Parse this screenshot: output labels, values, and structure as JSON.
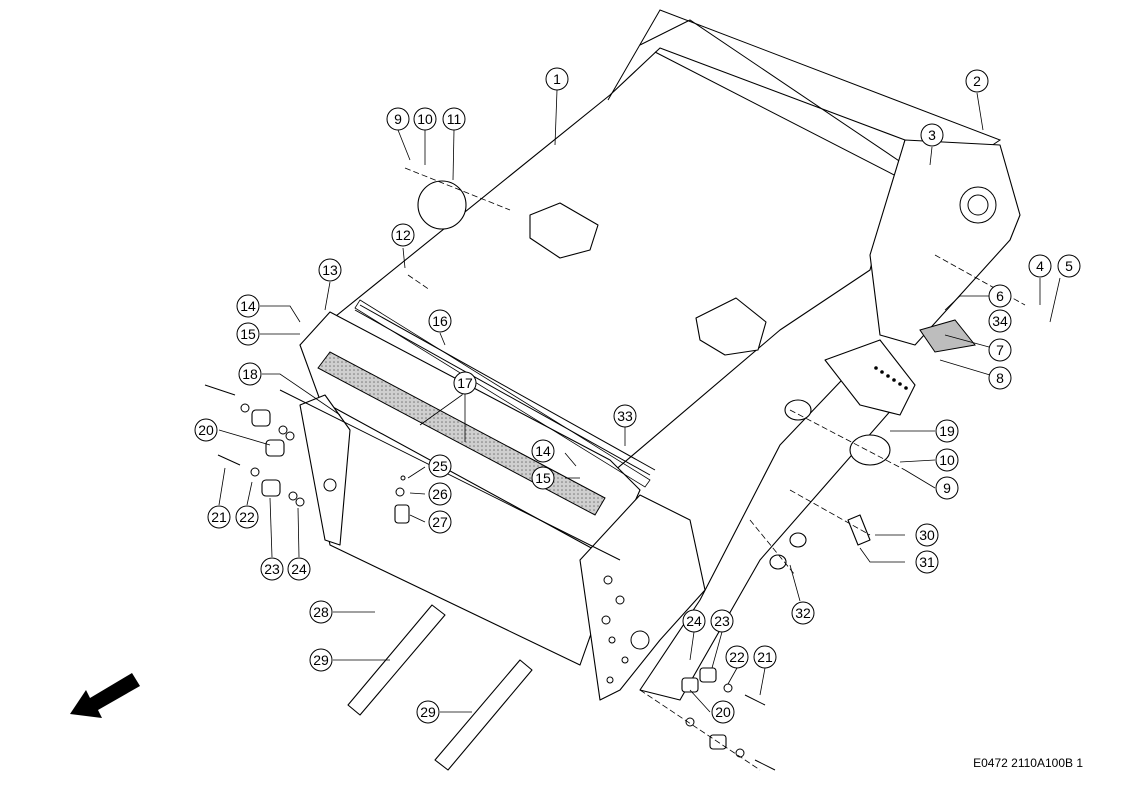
{
  "drawing_code": "E0472 2110A100B 1",
  "callouts": [
    "1",
    "2",
    "3",
    "4",
    "5",
    "6",
    "7",
    "8",
    "9",
    "9",
    "10",
    "10",
    "11",
    "12",
    "13",
    "14",
    "14",
    "15",
    "15",
    "16",
    "17",
    "18",
    "19",
    "20",
    "20",
    "21",
    "21",
    "22",
    "22",
    "23",
    "23",
    "24",
    "24",
    "25",
    "26",
    "27",
    "28",
    "29",
    "29",
    "30",
    "31",
    "32",
    "33",
    "34"
  ]
}
